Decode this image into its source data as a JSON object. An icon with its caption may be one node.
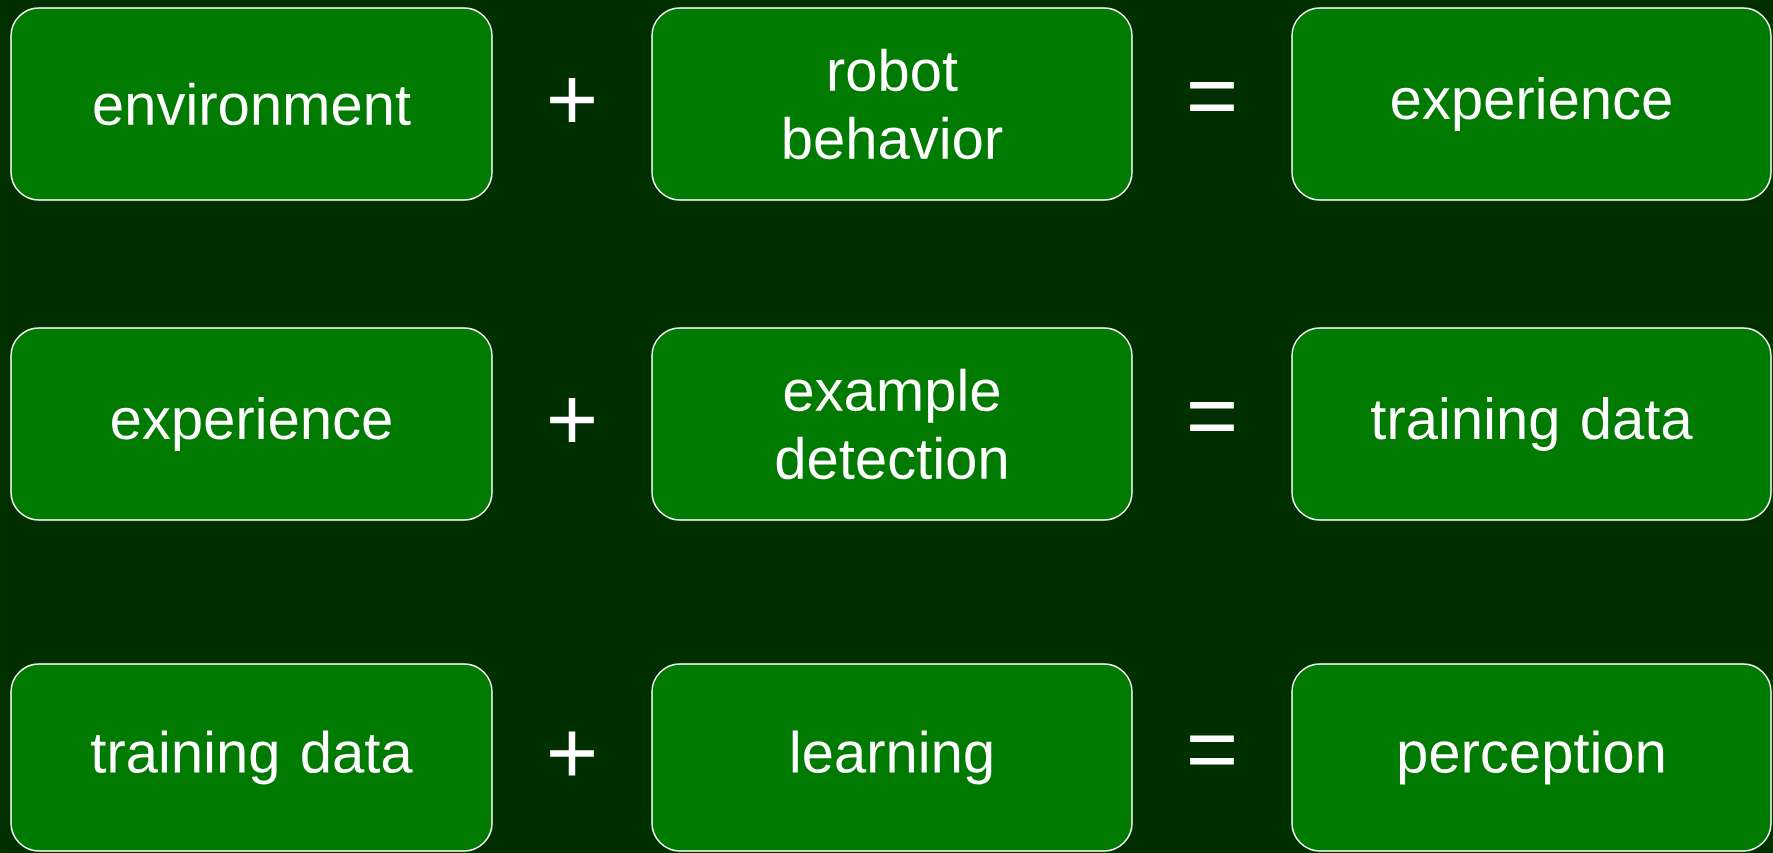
{
  "diagram": {
    "nodes": [
      {
        "text": [
          "environment"
        ]
      },
      {
        "text": [
          "robot behavior"
        ]
      },
      {
        "text": [
          "experience"
        ]
      },
      {
        "text": [
          "experience"
        ]
      },
      {
        "text": [
          "example detection"
        ]
      },
      {
        "text": [
          "training data"
        ]
      },
      {
        "text": [
          "training data"
        ]
      },
      {
        "text": [
          "learning"
        ]
      },
      {
        "text": [
          "perception"
        ]
      }
    ],
    "labels": [
      "+",
      "=",
      "+",
      "=",
      "+",
      "="
    ]
  }
}
